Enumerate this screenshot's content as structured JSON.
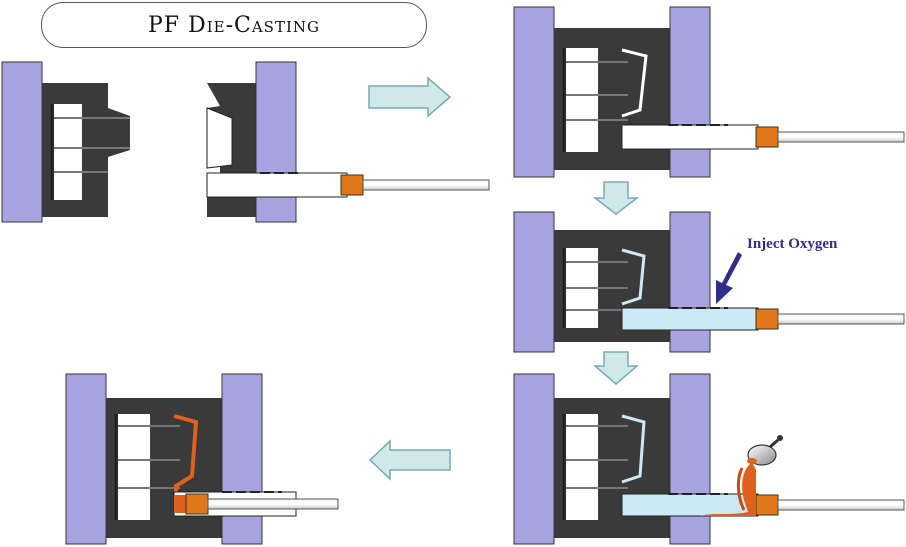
{
  "title": "PF Die-Casting",
  "annotation": "Inject Oxygen",
  "colors": {
    "platen": "#a7a4df",
    "die": "#3a3a3a",
    "shot_tube": "#ffffff",
    "oxygen": "#cde9f6",
    "molten_metal": "#e0601e",
    "plunger_tip": "#e07818",
    "arrow_fill": "#cfe8ea",
    "arrow_stroke": "#7aa9b0",
    "annotation": "#2e2e8a"
  },
  "steps": [
    {
      "id": "open",
      "description": "mold open"
    },
    {
      "id": "closed",
      "description": "mold closed"
    },
    {
      "id": "oxygen",
      "description": "oxygen injected"
    },
    {
      "id": "pour",
      "description": "molten metal poured"
    },
    {
      "id": "cast",
      "description": "cast"
    }
  ]
}
